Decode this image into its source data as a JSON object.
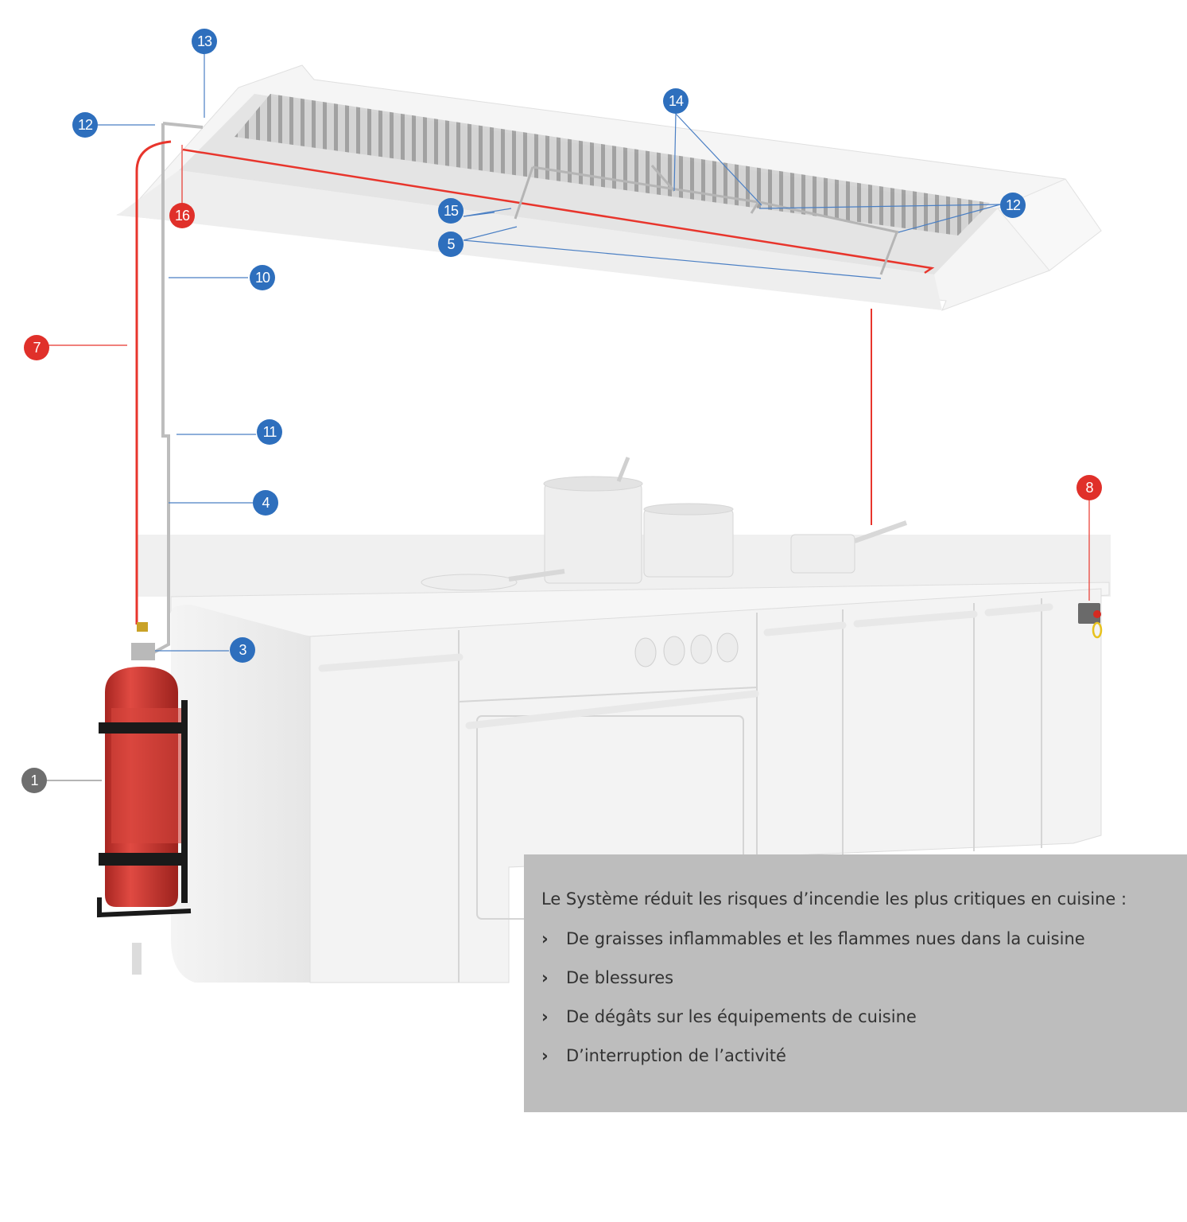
{
  "colors": {
    "callout_blue": "#2e6fbd",
    "callout_red": "#e0302a",
    "callout_grey": "#6e6e6e",
    "detection_line": "#e8352c",
    "leader_blue": "#4a7fc4",
    "leader_grey": "#888888",
    "extinguisher": "#d93a33",
    "panel_bg": "#bdbdbd"
  },
  "callouts": [
    {
      "id": "c13",
      "label": "13",
      "color": "blue"
    },
    {
      "id": "c12a",
      "label": "12",
      "color": "blue"
    },
    {
      "id": "c16",
      "label": "16",
      "color": "red"
    },
    {
      "id": "c14",
      "label": "14",
      "color": "blue"
    },
    {
      "id": "c15",
      "label": "15",
      "color": "blue"
    },
    {
      "id": "c5",
      "label": "5",
      "color": "blue"
    },
    {
      "id": "c12b",
      "label": "12",
      "color": "blue"
    },
    {
      "id": "c10",
      "label": "10",
      "color": "blue"
    },
    {
      "id": "c7",
      "label": "7",
      "color": "red"
    },
    {
      "id": "c11",
      "label": "11",
      "color": "blue"
    },
    {
      "id": "c4",
      "label": "4",
      "color": "blue"
    },
    {
      "id": "c8",
      "label": "8",
      "color": "red"
    },
    {
      "id": "c3",
      "label": "3",
      "color": "blue"
    },
    {
      "id": "c1",
      "label": "1",
      "color": "grey"
    }
  ],
  "info": {
    "intro": "Le Système réduit les risques d’incendie les plus critiques en cuisine :",
    "bullet_symbol": "›",
    "items": [
      "De graisses inflammables et les flammes nues dans la cuisine",
      "De blessures",
      "De dégâts sur les équipements de cuisine",
      "D’interruption de l’activité"
    ]
  }
}
